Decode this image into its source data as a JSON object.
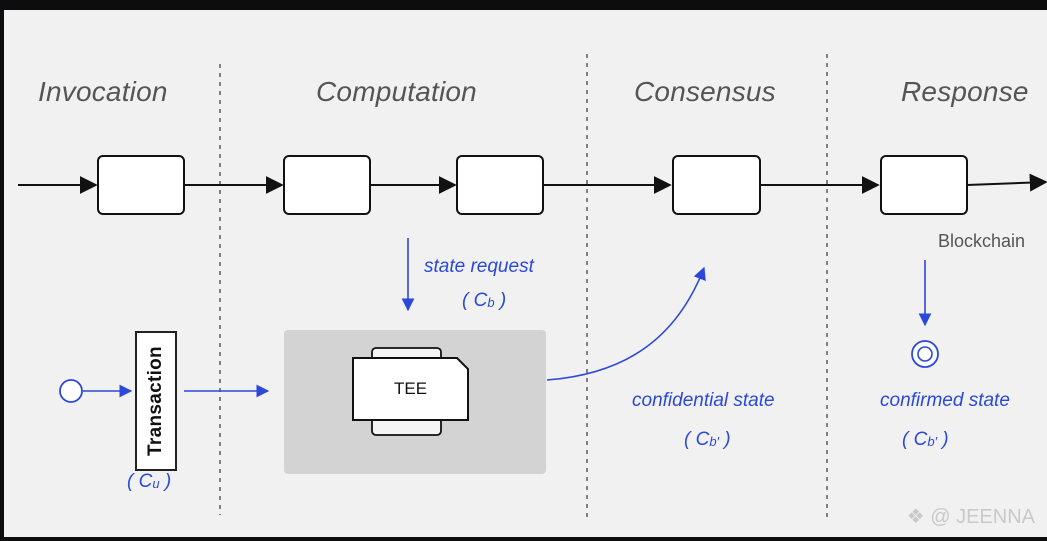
{
  "phases": [
    "Invocation",
    "Computation",
    "Consensus",
    "Response"
  ],
  "labels": {
    "state_request": "state request",
    "state_request_sub": "b",
    "confidential_state": "confidential state",
    "confidential_sub": "b′",
    "confirmed_state": "confirmed state",
    "confirmed_sub": "b′",
    "blockchain": "Blockchain",
    "transaction": "Transaction",
    "transaction_sub": "u",
    "tee": "TEE",
    "paren_c": "C"
  },
  "watermark": "@ JEENNA",
  "icons": [
    "invocation-circle-icon",
    "confirmed-double-circle-icon",
    "watermark-logo-icon"
  ],
  "colors": {
    "accent": "#2b49d8",
    "line": "#111111",
    "tee_bg": "#d3d3d4"
  }
}
